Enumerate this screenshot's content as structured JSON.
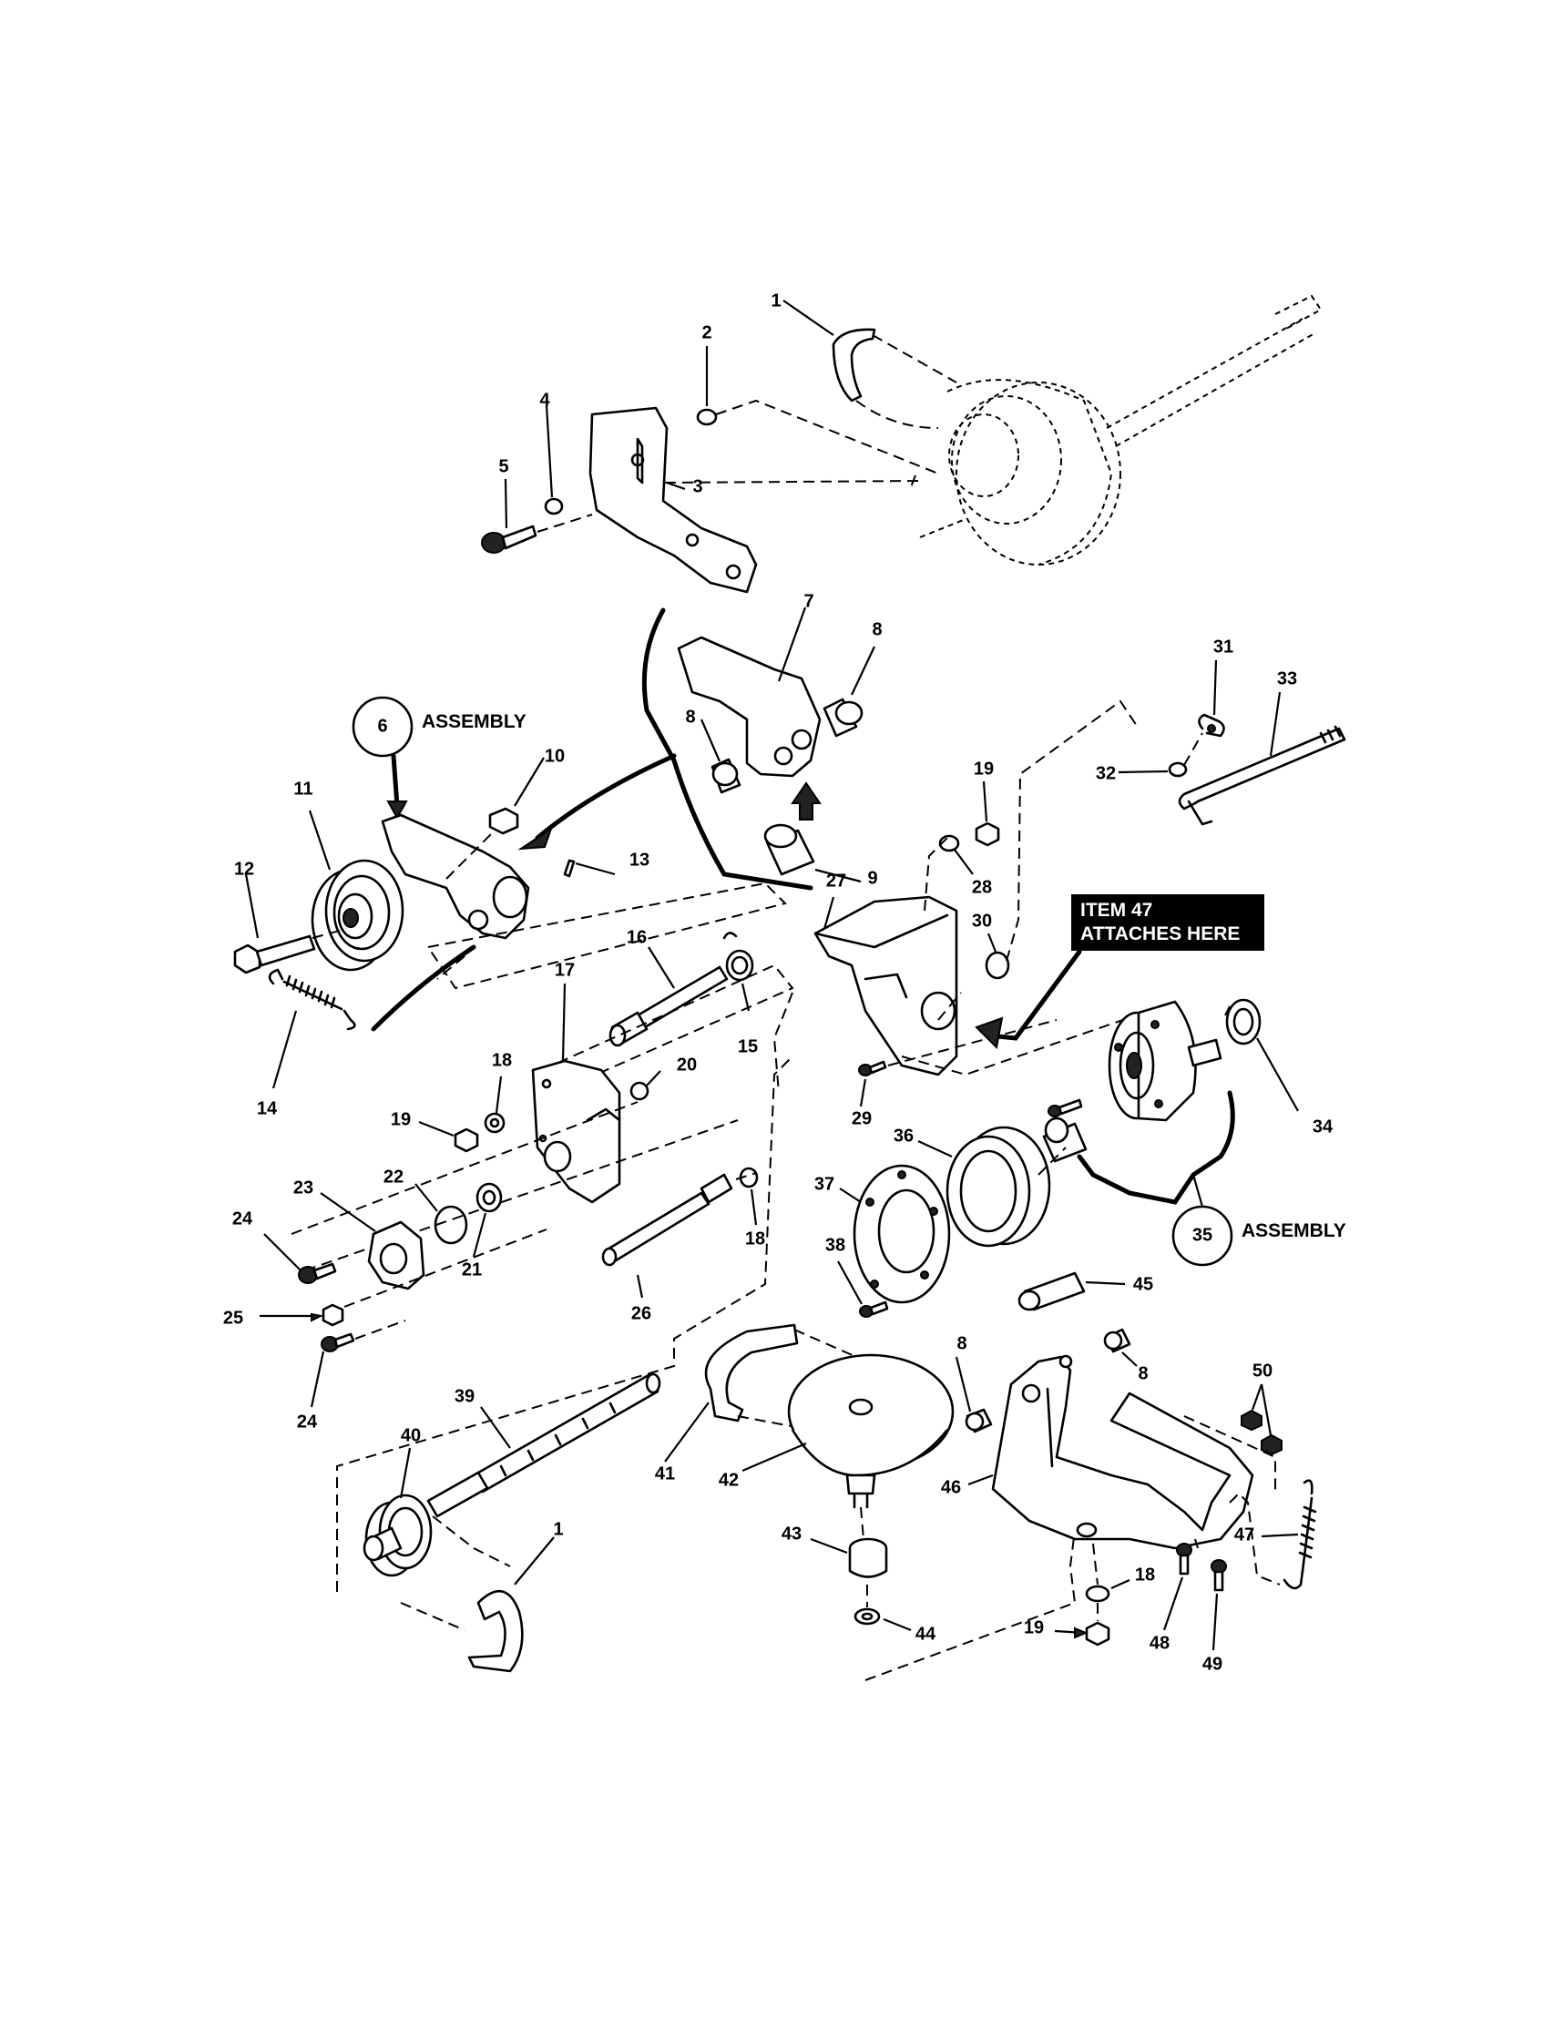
{
  "labels": {
    "l1a": "1",
    "l2": "2",
    "l3": "3",
    "l4": "4",
    "l5": "5",
    "l6": "6",
    "l7": "7",
    "l8a": "8",
    "l8b": "8",
    "l9": "9",
    "l10": "10",
    "l11": "11",
    "l12": "12",
    "l13": "13",
    "l14": "14",
    "l15": "15",
    "l16": "16",
    "l17": "17",
    "l18a": "18",
    "l18b": "18",
    "l18c": "18",
    "l19a": "19",
    "l19b": "19",
    "l19c": "19",
    "l20": "20",
    "l21": "21",
    "l22": "22",
    "l23": "23",
    "l24a": "24",
    "l24b": "24",
    "l25": "25",
    "l26": "26",
    "l27": "27",
    "l28": "28",
    "l29": "29",
    "l30": "30",
    "l31": "31",
    "l32": "32",
    "l33": "33",
    "l34": "34",
    "l35": "35",
    "l36": "36",
    "l37": "37",
    "l38": "38",
    "l39": "39",
    "l40": "40",
    "l41": "41",
    "l42": "42",
    "l43": "43",
    "l44": "44",
    "l45": "45",
    "l46": "46",
    "l47": "47",
    "l48": "48",
    "l49": "49",
    "l50": "50",
    "l8c": "8",
    "l8d": "8",
    "l1b": "1"
  },
  "assembly_6": "ASSEMBLY",
  "assembly_35": "ASSEMBLY",
  "note": {
    "line1": "ITEM  47",
    "line2": "ATTACHES HERE"
  }
}
